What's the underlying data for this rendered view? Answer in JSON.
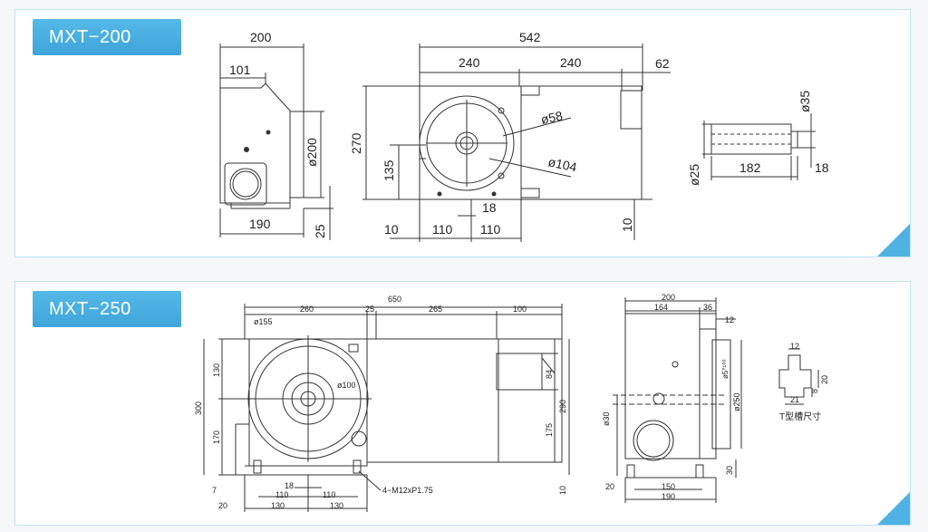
{
  "panels": [
    {
      "label": "MXT−200"
    },
    {
      "label": "MXT−250"
    }
  ],
  "top": {
    "side": [
      "200",
      "101",
      "ø200",
      "190",
      "25"
    ],
    "front": [
      "542",
      "240",
      "240",
      "62",
      "270",
      "135",
      "ø58",
      "ø104",
      "18",
      "10",
      "110",
      "110",
      "10"
    ],
    "shaft": [
      "ø35",
      "ø25",
      "182",
      "18"
    ]
  },
  "bottom": {
    "front": [
      "650",
      "260",
      "25",
      "265",
      "100",
      "ø155",
      "ø100",
      "130",
      "300",
      "170",
      "7",
      "84",
      "290",
      "175",
      "10",
      "18",
      "110",
      "110",
      "130",
      "130",
      "20",
      "4−M12xP1.75"
    ],
    "side": [
      "200",
      "164",
      "36",
      "12",
      "ø5°¹⁰⁰",
      "ø250",
      "ø30",
      "150",
      "190",
      "20",
      "30"
    ],
    "tslot": [
      "12",
      "20",
      "8",
      "21",
      "T型槽尺寸"
    ]
  }
}
